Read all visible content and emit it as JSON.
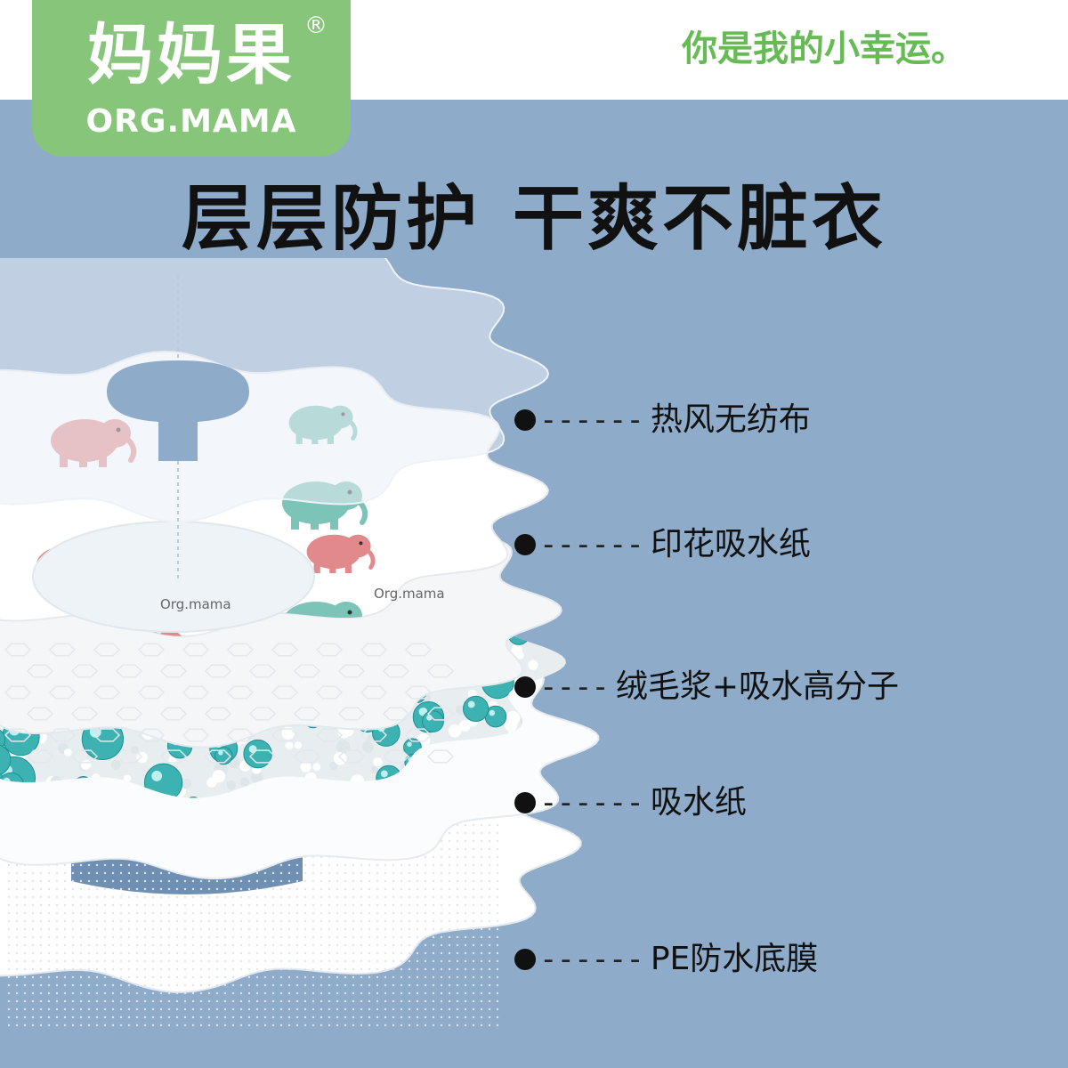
{
  "brand": {
    "name_cn": "妈妈果",
    "registered": "®",
    "name_en": "ORG.MAMA",
    "color": "#86c57a"
  },
  "slogan": "你是我的小幸运。",
  "headline": {
    "part1": "层层防护",
    "part2": "干爽不脏衣"
  },
  "layers": [
    {
      "dash": "------",
      "text": "热风无纺布"
    },
    {
      "dash": "------",
      "text": "印花吸水纸"
    },
    {
      "dash": "----",
      "text": "绒毛浆+吸水高分子"
    },
    {
      "dash": "------",
      "text": "吸水纸"
    },
    {
      "dash": "------",
      "text": "PE防水底膜"
    }
  ],
  "product_print": "Org.mama",
  "colors": {
    "background": "#8eabc9",
    "slogan": "#66bb55",
    "bead": "#3cb2b3",
    "elephant_pink": "#e2898c",
    "elephant_teal": "#7cc4b7"
  }
}
